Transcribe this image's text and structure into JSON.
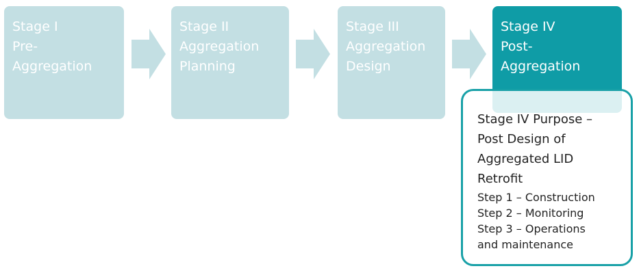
{
  "stages": [
    {
      "lines": [
        "Stage I",
        "Pre-",
        "Aggregation"
      ],
      "active": false
    },
    {
      "lines": [
        "Stage II",
        "Aggregation",
        "Planning"
      ],
      "active": false
    },
    {
      "lines": [
        "Stage III",
        "Aggregation",
        "Design"
      ],
      "active": false
    },
    {
      "lines": [
        "Stage IV",
        "Post-",
        "Aggregation"
      ],
      "active": true
    }
  ],
  "detail": {
    "title_lines": [
      "Stage IV Purpose –",
      "Post Design of",
      "Aggregated LID",
      "Retrofit"
    ],
    "step_lines": [
      "Step 1 – Construction",
      "Step 2 – Monitoring",
      "Step 3 – Operations",
      "and maintenance"
    ]
  },
  "colors": {
    "inactive_stage": "#c3dfe3",
    "active_stage": "#0f9ca6",
    "arrow": "#c3dfe3",
    "detail_border": "#17a0a7"
  }
}
